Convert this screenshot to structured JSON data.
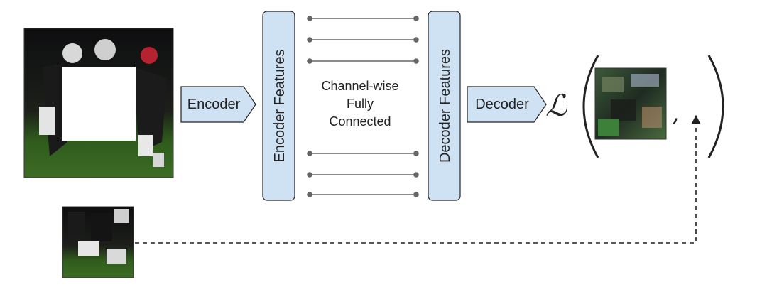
{
  "diagram": {
    "encoder_label": "Encoder",
    "encoder_features_label": "Encoder Features",
    "fc_label_lines": [
      "Channel-wise",
      "Fully",
      "Connected"
    ],
    "decoder_features_label": "Decoder Features",
    "decoder_label": "Decoder",
    "loss_symbol": "ℒ",
    "comma": ",",
    "colors": {
      "feature_block_fill": "#cfe2f3",
      "block_stroke": "#222222",
      "arrow_fill": "#cfe2f3",
      "connector": "#666666",
      "field_green": "#2f5a1c",
      "jersey_dark": "#1a1a1a"
    },
    "images": [
      {
        "name": "masked-input-image",
        "description_icon": "football-players-photo-masked"
      },
      {
        "name": "ground-truth-patch",
        "description_icon": "football-players-crop"
      },
      {
        "name": "reconstructed-patch",
        "description_icon": "reconstructed-blurry-patch"
      }
    ]
  }
}
